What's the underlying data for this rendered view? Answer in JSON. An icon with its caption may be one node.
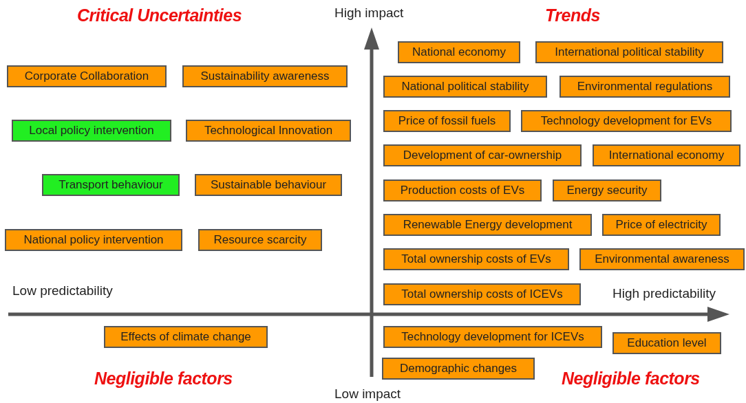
{
  "diagram": {
    "nodes": [
      {
        "text": [
          "Corporate Collaboration"
        ]
      },
      {
        "text": [
          "Sustainability awareness"
        ]
      },
      {
        "text": [
          "Local policy intervention"
        ]
      },
      {
        "text": [
          "Technological Innovation"
        ]
      },
      {
        "text": [
          "Transport behaviour"
        ]
      },
      {
        "text": [
          "Sustainable behaviour"
        ]
      },
      {
        "text": [
          "National policy intervention"
        ]
      },
      {
        "text": [
          "Resource scarcity"
        ]
      },
      {
        "text": [
          "National economy"
        ]
      },
      {
        "text": [
          "International political stability"
        ]
      },
      {
        "text": [
          "National political stability"
        ]
      },
      {
        "text": [
          "Environmental regulations"
        ]
      },
      {
        "text": [
          "Price of fossil fuels"
        ]
      },
      {
        "text": [
          "Technology development for EVs"
        ]
      },
      {
        "text": [
          "Development of car-ownership"
        ]
      },
      {
        "text": [
          "International economy"
        ]
      },
      {
        "text": [
          "Production costs of EVs"
        ]
      },
      {
        "text": [
          "Energy security"
        ]
      },
      {
        "text": [
          "Renewable Energy development"
        ]
      },
      {
        "text": [
          "Price of electricity"
        ]
      },
      {
        "text": [
          "Total ownership costs of EVs"
        ]
      },
      {
        "text": [
          "Environmental awareness"
        ]
      },
      {
        "text": [
          "Total ownership costs of ICEVs"
        ]
      },
      {
        "text": [
          "Effects of climate change"
        ]
      },
      {
        "text": [
          "Technology development for ICEVs"
        ]
      },
      {
        "text": [
          "Education level"
        ]
      },
      {
        "text": [
          "Demographic changes"
        ]
      }
    ],
    "edges": [],
    "labels": [
      "Critical Uncertainties",
      "High impact",
      "Trends",
      "Low predictability",
      "High predictability",
      "Negligible factors",
      "Low impact",
      "Negligible factors"
    ]
  }
}
